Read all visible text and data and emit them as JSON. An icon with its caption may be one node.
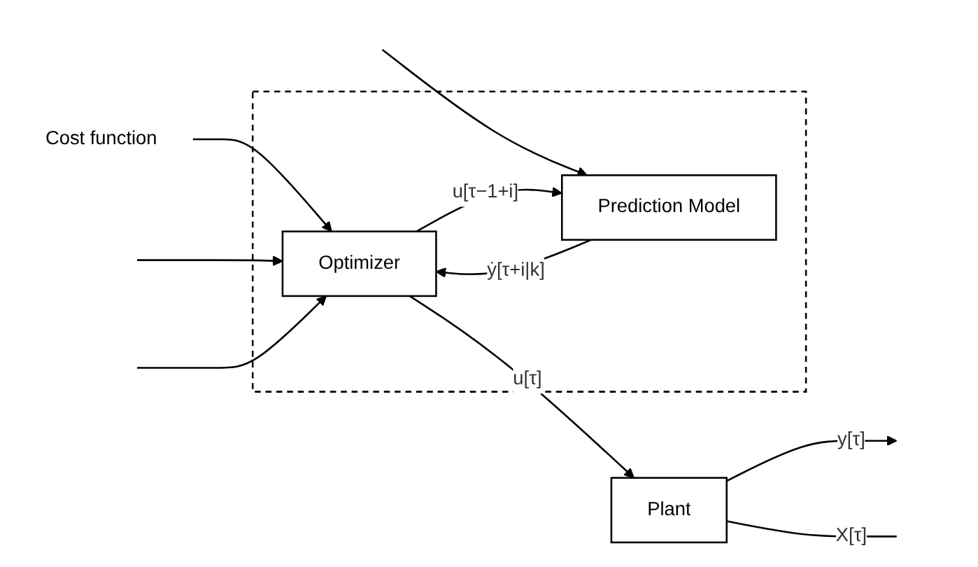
{
  "diagram": {
    "nodes": [
      {
        "text": [],
        "shape": "box"
      },
      {
        "text": [
          "Optimizer"
        ],
        "in": 0
      },
      {
        "text": [
          "Prediction Model"
        ],
        "in": 0
      },
      {
        "text": [
          "Plant"
        ]
      },
      {
        "text": [
          "Cost function"
        ]
      }
    ],
    "edges": [
      {
        "from": 4,
        "to": 1,
        "arrow": "to"
      },
      {
        "from": null,
        "to": 1,
        "arrow": "to"
      },
      {
        "from": null,
        "to": 1,
        "arrow": "to"
      },
      {
        "from": 1,
        "to": 3,
        "arrow": "to",
        "label": "u[τ]"
      },
      {
        "from": 3,
        "to": null,
        "arrow": "to",
        "label": "y[τ]"
      },
      {
        "from": 3,
        "to": null,
        "arrow": "none",
        "label": "X[τ]"
      },
      {
        "from": null,
        "to": 2,
        "arrow": "to"
      },
      {
        "from": 1,
        "to": 2,
        "arrow": "to",
        "label": "u[τ−1+i]"
      },
      {
        "from": 2,
        "to": 1,
        "arrow": "to",
        "label": "ẏ[τ+i|k]"
      }
    ]
  }
}
